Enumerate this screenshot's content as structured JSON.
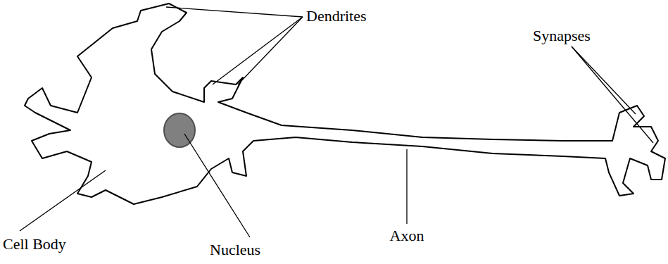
{
  "diagram": {
    "labels": [
      "Dendrites",
      "Synapses",
      "Cell Body",
      "Nucleus",
      "Axon"
    ]
  }
}
